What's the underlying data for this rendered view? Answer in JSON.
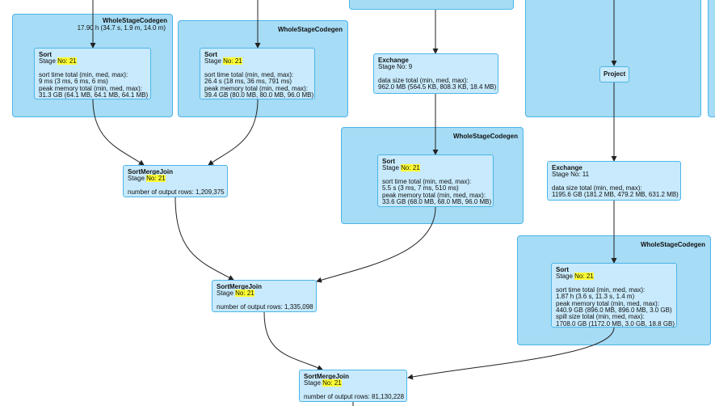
{
  "clusters": {
    "c1": {
      "title": "WholeStageCodegen",
      "sub": "17.90 h (34.7 s, 1.9 m, 14.0 m)"
    },
    "c2": {
      "title": "WholeStageCodegen"
    },
    "c3": {
      "title": "WholeStageCodegen"
    },
    "c4": {
      "title": "WholeStageCodegen"
    }
  },
  "nodes": {
    "sort1": {
      "name": "Sort",
      "stage": "Stage ",
      "stage_no": "No: 21",
      "l1": "sort time total (min, med, max):",
      "l2": "9 ms (3 ms, 6 ms, 6 ms)",
      "l3": "peak memory total (min, med, max):",
      "l4": "31.3 GB (64.1 MB, 64.1 MB, 64.1 MB)"
    },
    "sort2": {
      "name": "Sort",
      "stage": "Stage ",
      "stage_no": "No: 21",
      "l1": "sort time total (min, med, max):",
      "l2": "26.4 s (18 ms, 36 ms, 791 ms)",
      "l3": "peak memory total (min, med, max):",
      "l4": "39.4 GB (80.0 MB, 80.0 MB, 96.0 MB)"
    },
    "exch1": {
      "name": "Exchange",
      "stage": "Stage No: 9",
      "l1": "data size total (min, med, max):",
      "l2": "962.0 MB (564.5 KB, 808.3 KB, 18.4 MB)"
    },
    "project": {
      "name": "Project"
    },
    "sort3": {
      "name": "Sort",
      "stage": "Stage ",
      "stage_no": "No: 21",
      "l1": "sort time total (min, med, max):",
      "l2": "5.5 s (3 ms, 7 ms, 510 ms)",
      "l3": "peak memory total (min, med, max):",
      "l4": "33.6 GB (68.0 MB, 68.0 MB, 96.0 MB)"
    },
    "exch2": {
      "name": "Exchange",
      "stage": "Stage No: 11",
      "l1": "data size total (min, med, max):",
      "l2": "1195.6 GB (181.2 MB, 479.2 MB, 631.2 MB)"
    },
    "smj1": {
      "name": "SortMergeJoin",
      "stage": "Stage ",
      "stage_no": "No: 21",
      "l1": "number of output rows: 1,209,375"
    },
    "smj2": {
      "name": "SortMergeJoin",
      "stage": "Stage ",
      "stage_no": "No: 21",
      "l1": "number of output rows: 1,335,098"
    },
    "sort4": {
      "name": "Sort",
      "stage": "Stage ",
      "stage_no": "No: 21",
      "l1": "sort time total (min, med, max):",
      "l2": "1.87 h (3.6 s, 11.3 s, 1.4 m)",
      "l3": "peak memory total (min, med, max):",
      "l4": "440.9 GB (896.0 MB, 896.0 MB, 3.0 GB)",
      "l5": "spill size total (min, med, max):",
      "l6": "1708.0 GB (1172.0 MB, 3.0 GB, 18.8 GB)"
    },
    "smj3": {
      "name": "SortMergeJoin",
      "stage": "Stage ",
      "stage_no": "No: 21",
      "l1": "number of output rows: 81,130,228"
    }
  },
  "colors": {
    "cluster": "#a6dcf5",
    "node": "#c8eafc",
    "border": "#4cb5e8",
    "highlight": "#ffff33"
  }
}
